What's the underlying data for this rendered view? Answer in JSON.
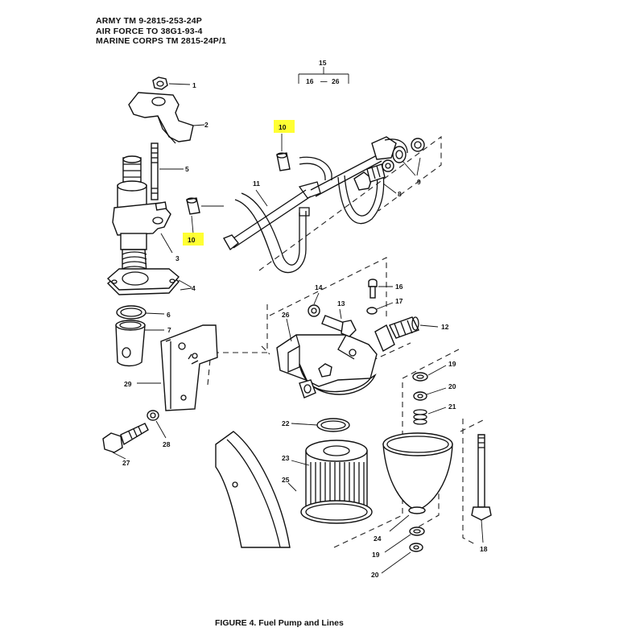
{
  "header": {
    "line1": "ARMY TM 9-2815-253-24P",
    "line2": "AIR FORCE TO 38G1-93-4",
    "line3": "MARINE CORPS TM 2815-24P/1"
  },
  "caption": "FIGURE 4. Fuel Pump and Lines",
  "kit_callout": {
    "top": "15",
    "left": "16",
    "dash": "—",
    "right": "26"
  },
  "callouts": {
    "c1": "1",
    "c2": "2",
    "c3": "3",
    "c4": "4",
    "c5": "5",
    "c6": "6",
    "c7": "7",
    "c8": "8",
    "c9": "9",
    "c10a": "10",
    "c10b": "10",
    "c11": "11",
    "c12": "12",
    "c13": "13",
    "c14": "14",
    "c16": "16",
    "c17": "17",
    "c18": "18",
    "c19a": "19",
    "c19b": "19",
    "c20a": "20",
    "c20b": "20",
    "c21": "21",
    "c22": "22",
    "c23": "23",
    "c24": "24",
    "c25": "25",
    "c26": "26",
    "c27": "27",
    "c28": "28",
    "c29": "29"
  },
  "colors": {
    "highlight": "#ffff33",
    "ink": "#111111"
  }
}
